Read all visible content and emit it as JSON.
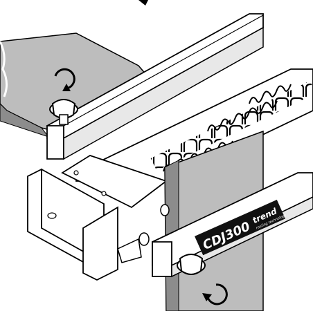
{
  "label": {
    "model": "CDJ300",
    "brand": "trend",
    "tagline": "routing technology"
  },
  "colors": {
    "ink": "#000000",
    "board": "#bdbdbd",
    "board_dark": "#8c8c8c",
    "paper": "#ffffff",
    "label_bg": "#111111"
  }
}
